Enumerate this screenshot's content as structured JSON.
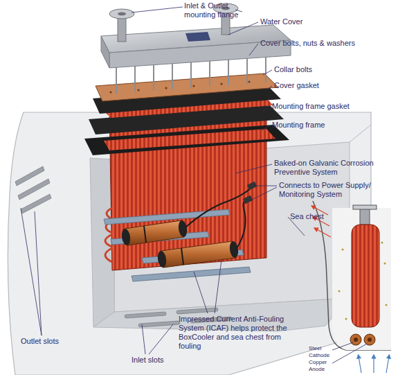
{
  "diagram": {
    "labels": [
      "Inlet & Outlet mounting flange",
      "Water Cover",
      "Cover bolts, nuts & washers",
      "Collar bolts",
      "Cover gasket",
      "Mounting frame gasket",
      "Mounting frame",
      "Baked-on Galvanic Corrosion Preventive System",
      "Connects to Power Supply/ Monitoring System",
      "Sea chest",
      "Outlet slots",
      "Inlet slots",
      "Impressed Current Anti-Fouling System (ICAF) helps protect the BoxCooler and sea chest from fouling",
      "Steel Cathode",
      "Copper Anode"
    ]
  }
}
